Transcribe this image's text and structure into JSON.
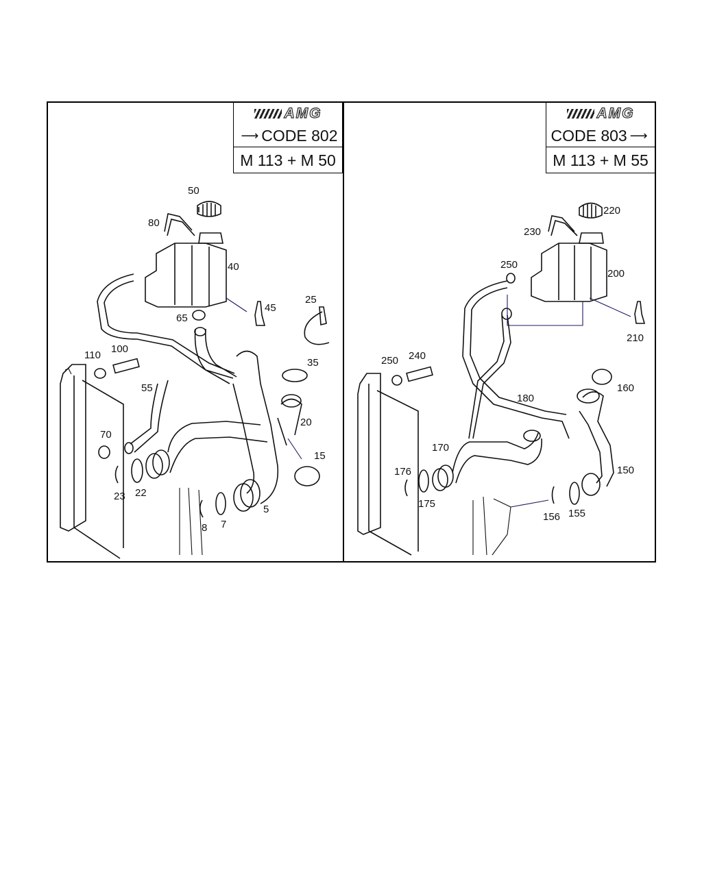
{
  "left_panel": {
    "brand": "AMG",
    "code": "CODE 802",
    "engine": "M 113 + M 50",
    "labels": [
      "50",
      "80",
      "40",
      "45",
      "65",
      "25",
      "110",
      "100",
      "35",
      "55",
      "20",
      "70",
      "15",
      "23",
      "22",
      "8",
      "7",
      "5"
    ]
  },
  "right_panel": {
    "brand": "AMG",
    "code": "CODE 803",
    "engine": "M 113 + M 55",
    "labels": [
      "220",
      "230",
      "250",
      "200",
      "210",
      "250",
      "240",
      "160",
      "180",
      "170",
      "150",
      "176",
      "175",
      "156",
      "155"
    ]
  },
  "colors": {
    "line": "#111111",
    "leader": "#1a1a60",
    "background": "#ffffff"
  },
  "icons": {
    "brand": "amg-logo-icon",
    "direction": "arrow-right-icon"
  }
}
